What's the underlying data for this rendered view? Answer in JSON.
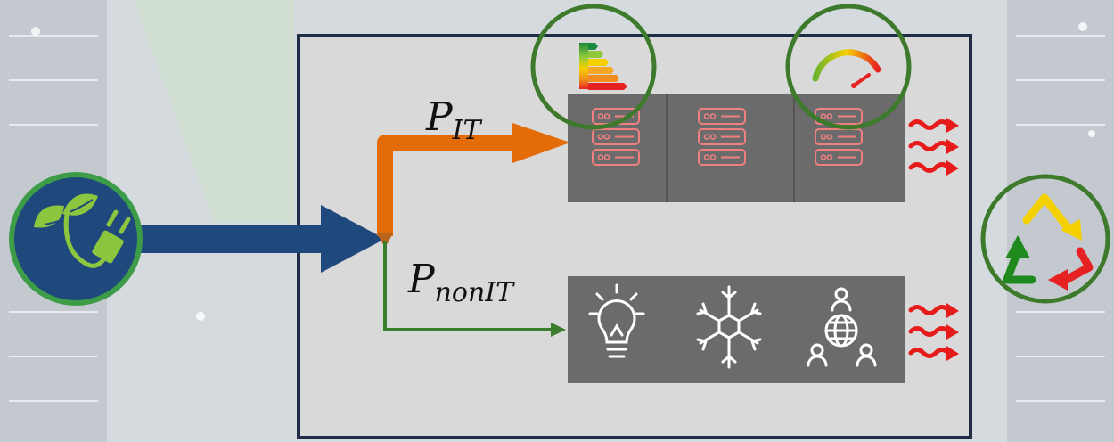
{
  "diagram": {
    "labels": {
      "p_it_main": "P",
      "p_it_sub": "IT",
      "p_nonit_main": "P",
      "p_nonit_sub": "nonIT"
    },
    "colors": {
      "background": "#d9dee2",
      "box_fill": "#d9d9d9",
      "box_border": "#1f2d45",
      "grid_power": "#1f497d",
      "it_power": "#e36c09",
      "nonit_power": "#3a7d2c",
      "rack_fill": "#6b6b6b",
      "server_line": "#f08080",
      "heat": "#e81b1b",
      "highlight_circle": "#3d7a2b",
      "appliance_icon": "#ffffff"
    },
    "icons": [
      "green-energy-plug-icon",
      "energy-label-icon",
      "speedometer-icon",
      "server-icon",
      "lightbulb-icon",
      "snowflake-icon",
      "globe-people-icon",
      "heat-waves-icon",
      "recycle-icon"
    ]
  }
}
